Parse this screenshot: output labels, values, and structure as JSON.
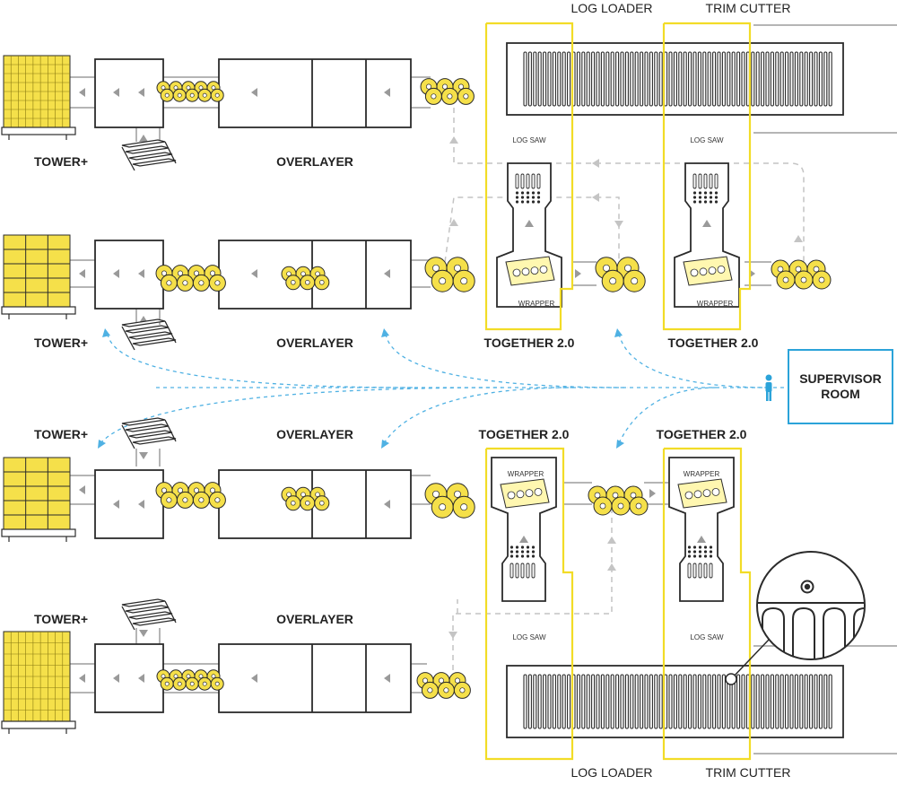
{
  "labels": {
    "tower": "TOWER+",
    "overlayer": "OVERLAYER",
    "together": "TOGETHER 2.0",
    "log_loader": "LOG LOADER",
    "trim_cutter": "TRIM CUTTER",
    "log_saw": "LOG SAW",
    "wrapper": "WRAPPER",
    "supervisor_line1": "SUPERVISOR",
    "supervisor_line2": "ROOM"
  },
  "colors": {
    "line": "#2b2b2b",
    "conveyor": "#b5b5b5",
    "highlight": "#f2dc27",
    "product": "#f5e04a",
    "flow_dashed": "#bfbfbf",
    "signal": "#4fb1e3",
    "person": "#2ba3d9"
  }
}
